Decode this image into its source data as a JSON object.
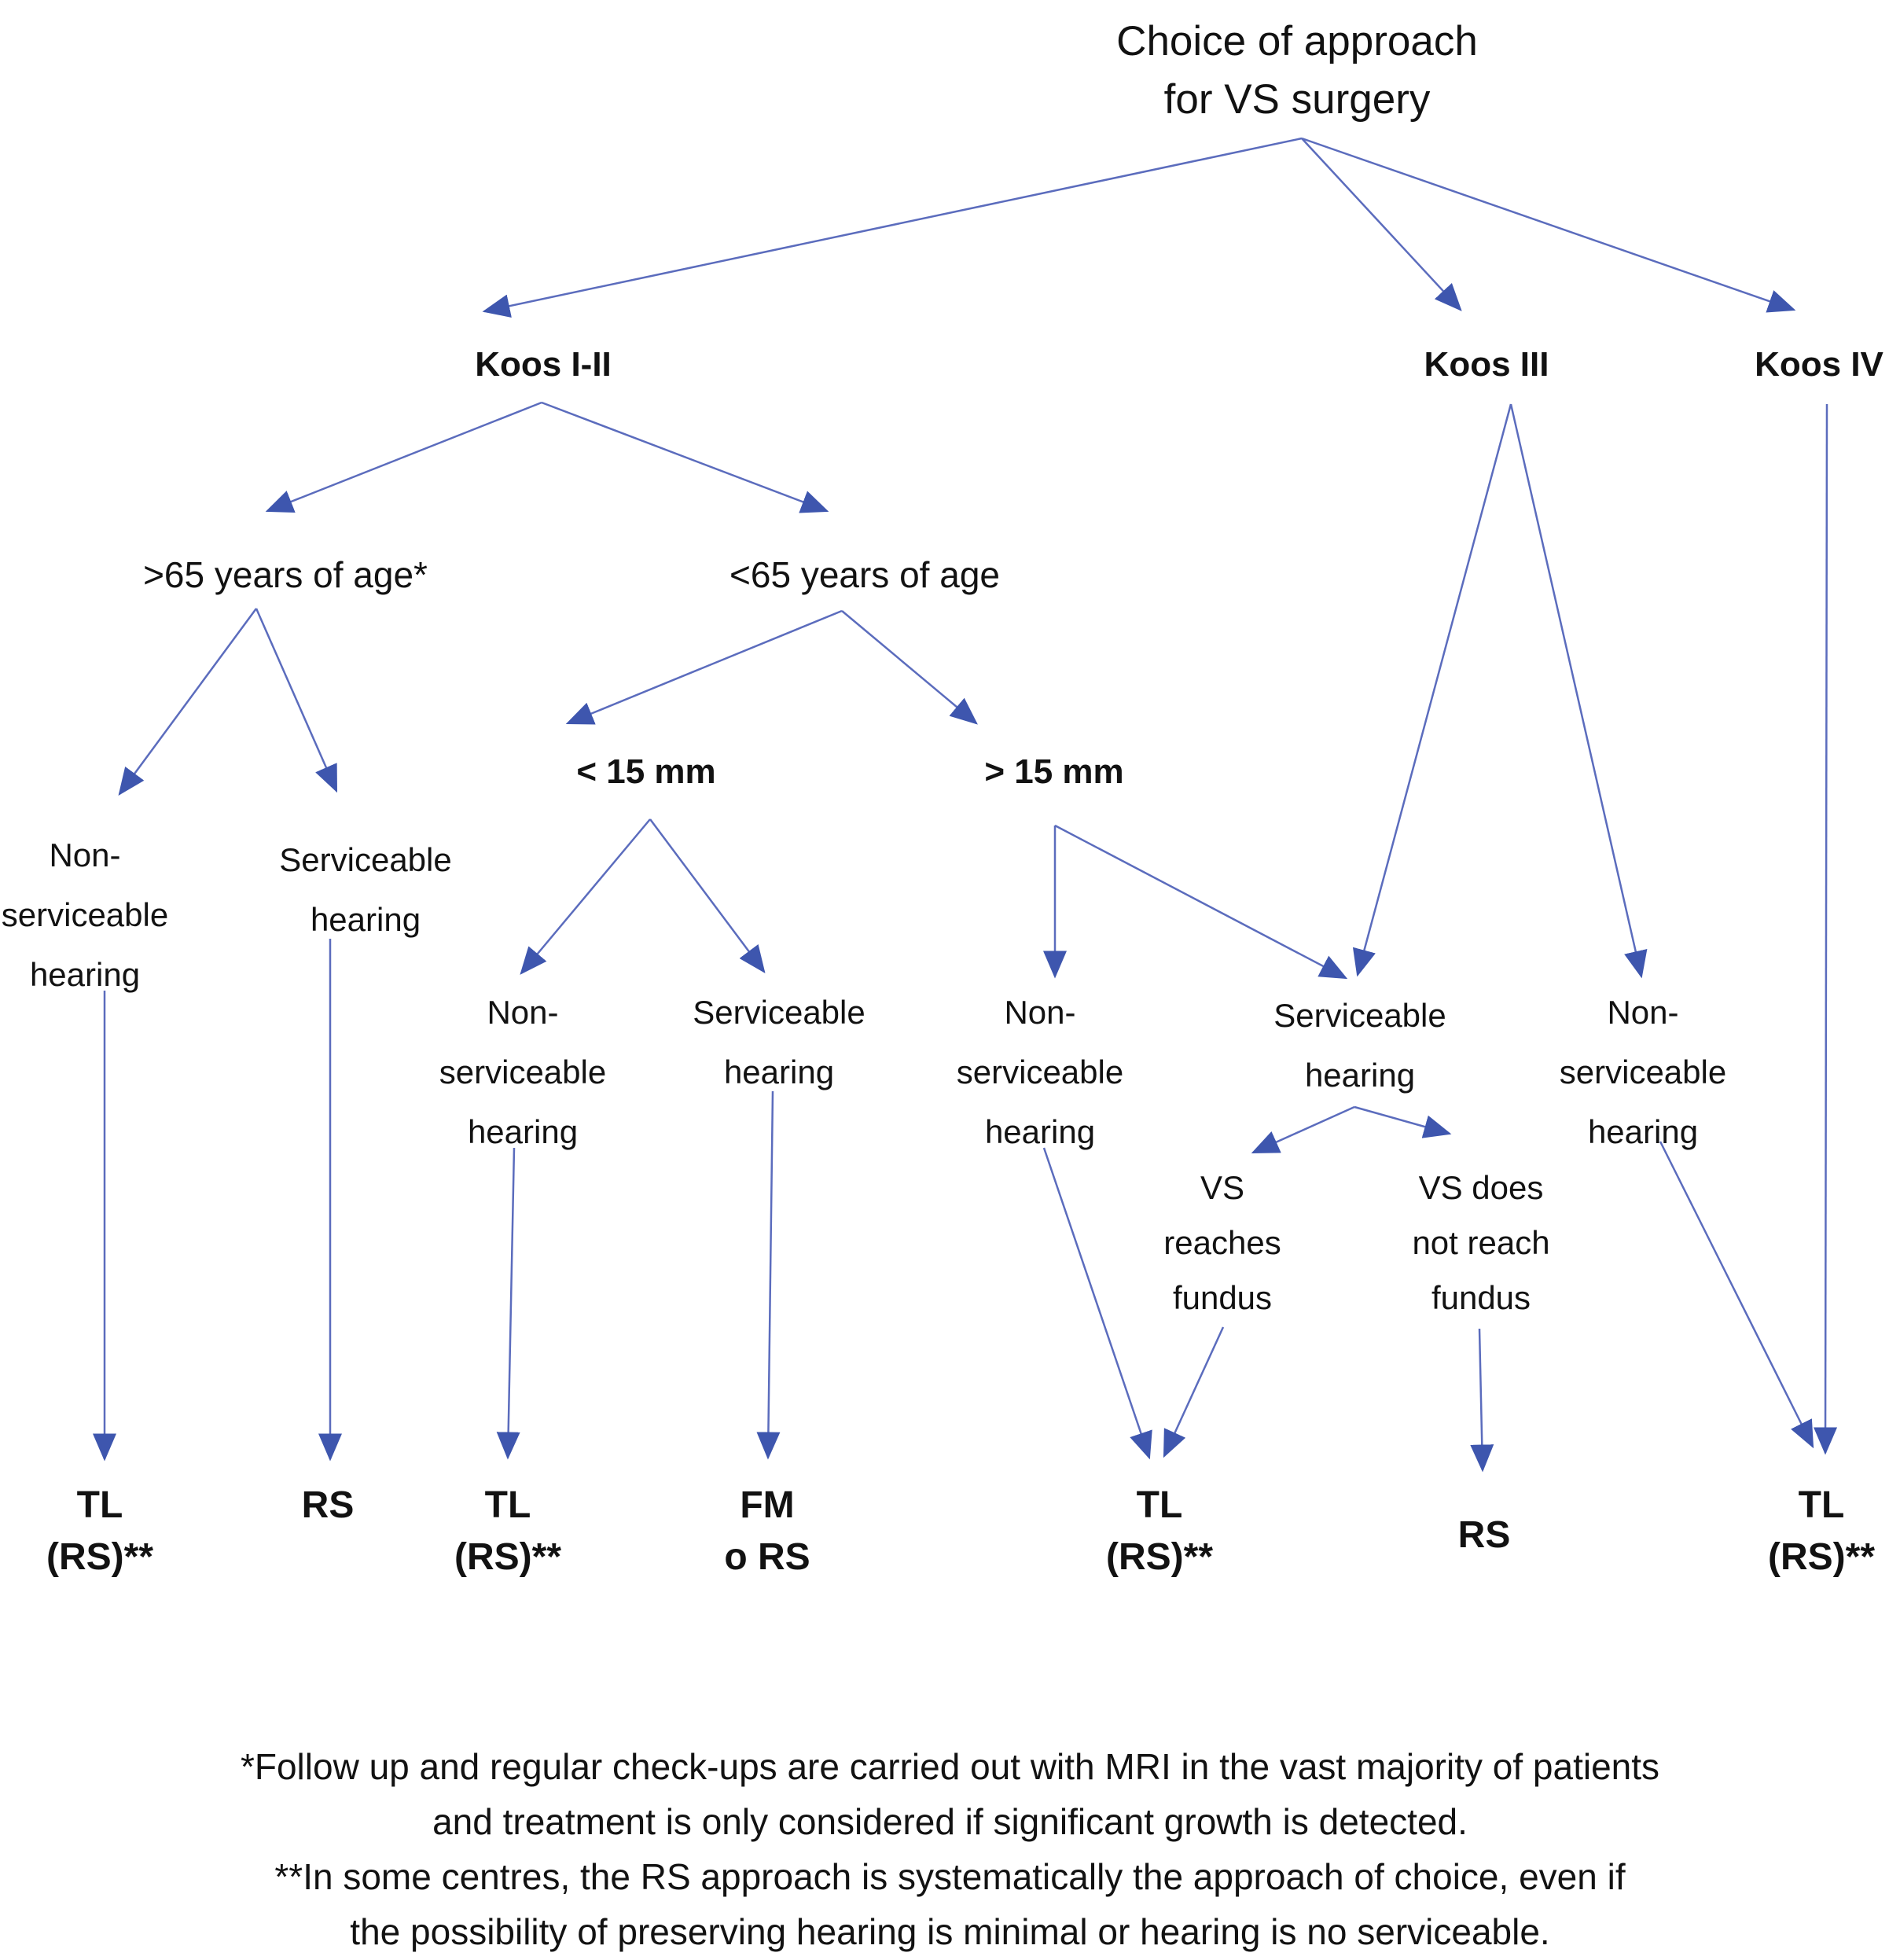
{
  "colors": {
    "background": "#ffffff",
    "text": "#121212",
    "arrow_line": "#5b6cbd",
    "arrow_head": "#3e56ae"
  },
  "nodes": {
    "title": {
      "lines": [
        "Choice of approach",
        "for VS surgery"
      ]
    },
    "koos12": {
      "lines": [
        "Koos I-II"
      ]
    },
    "koos3": {
      "lines": [
        "Koos III"
      ]
    },
    "koos4": {
      "lines": [
        "Koos IV"
      ]
    },
    "gt65": {
      "lines": [
        ">65 years of age*"
      ]
    },
    "lt65": {
      "lines": [
        "<65 years of age"
      ]
    },
    "lt15": {
      "lines": [
        "< 15 mm"
      ]
    },
    "gt15": {
      "lines": [
        "> 15 mm"
      ]
    },
    "ns1": {
      "lines": [
        "Non-",
        "serviceable",
        "hearing"
      ]
    },
    "s2": {
      "lines": [
        "Serviceable",
        "hearing"
      ]
    },
    "ns3": {
      "lines": [
        "Non-",
        "serviceable",
        "hearing"
      ]
    },
    "s3": {
      "lines": [
        "Serviceable",
        "hearing"
      ]
    },
    "ns4": {
      "lines": [
        "Non-",
        "serviceable",
        "hearing"
      ]
    },
    "s4": {
      "lines": [
        "Serviceable",
        "hearing"
      ]
    },
    "ns5": {
      "lines": [
        "Non-",
        "serviceable",
        "hearing"
      ]
    },
    "vsr": {
      "lines": [
        "VS",
        "reaches",
        "fundus"
      ]
    },
    "vsn": {
      "lines": [
        "VS does",
        "not reach",
        "fundus"
      ]
    },
    "tl1": {
      "lines": [
        "TL",
        "(RS)**"
      ]
    },
    "rs1": {
      "lines": [
        "RS"
      ]
    },
    "tl2": {
      "lines": [
        "TL",
        "(RS)**"
      ]
    },
    "fm": {
      "lines": [
        "FM",
        "o RS"
      ]
    },
    "tl3": {
      "lines": [
        "TL",
        "(RS)**"
      ]
    },
    "rs2": {
      "lines": [
        "RS"
      ]
    },
    "tl4": {
      "lines": [
        "TL",
        "(RS)**"
      ]
    }
  },
  "footnotes": {
    "lines": [
      "*Follow up and regular check-ups are carried out with MRI in the vast majority of patients",
      "and treatment is only considered if significant growth is detected.",
      "**In some centres, the RS approach is systematically the approach of choice, even if",
      "the possibility of preserving hearing is minimal or hearing is no serviceable."
    ]
  }
}
